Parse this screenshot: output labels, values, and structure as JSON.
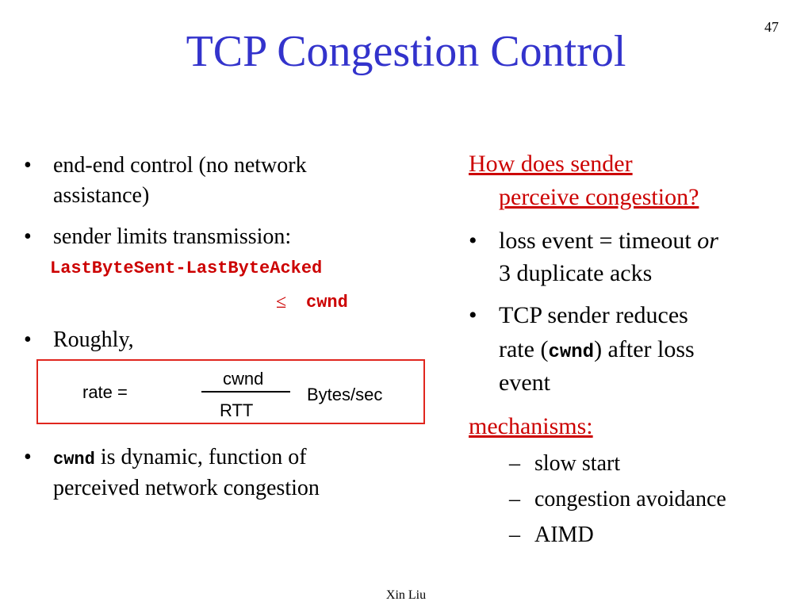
{
  "page_number": "47",
  "title": "TCP Congestion Control",
  "left": {
    "b1_line1": "end-end control (no network",
    "b1_line2": "assistance)",
    "b2": "sender limits transmission:",
    "formula_line1": "LastByteSent-LastByteAcked",
    "formula_leq": "≤",
    "formula_cwnd": "cwnd",
    "b3": "Roughly,",
    "rate_label": "rate =",
    "numerator": "cwnd",
    "denominator": "RTT",
    "units": "Bytes/sec",
    "b4_code": "cwnd",
    "b4_line1_rest": " is dynamic, function of",
    "b4_line2": "perceived network congestion"
  },
  "right": {
    "question_line1": "How does  sender",
    "question_line2": "perceive congestion?",
    "r1_line1_a": "loss event = timeout ",
    "r1_line1_or": "or",
    "r1_line2": "3 duplicate acks",
    "r2_line1": "TCP sender reduces",
    "r2_line2_a": "rate (",
    "r2_line2_code": "cwnd",
    "r2_line2_b": ") after loss",
    "r2_line3": "event",
    "mechanisms": "mechanisms:",
    "sub": [
      "slow start",
      "congestion avoidance",
      "AIMD"
    ]
  },
  "bullet_char": "•",
  "dash_char": "–",
  "footer": "Xin Liu",
  "colors": {
    "title": "#3333cc",
    "red": "#cc0000",
    "box_border": "#e0261e"
  }
}
